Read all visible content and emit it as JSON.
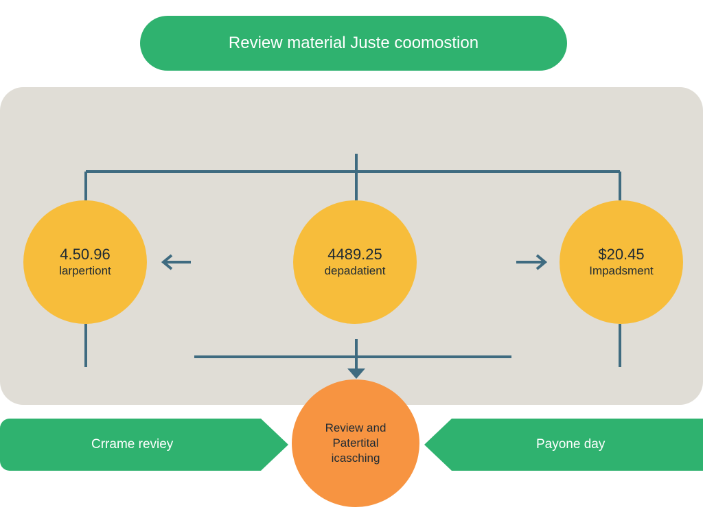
{
  "colors": {
    "green": "#2fb26f",
    "yellow": "#f7bd3b",
    "orange": "#f79441",
    "connector": "#3f6b80",
    "panel": "#e0ddd6"
  },
  "title": "Review material Juste coomostion",
  "nodes": {
    "left": {
      "value": "4.50.96",
      "label": "larpertiont"
    },
    "center": {
      "value": "4489.25",
      "label": "depadatient"
    },
    "right": {
      "value": "$20.45",
      "label": "Impadsment"
    },
    "bottom": {
      "line1": "Review and",
      "line2": "Patertital",
      "line3": "icasching"
    }
  },
  "banners": {
    "left": "Crrame reviey",
    "right": "Payone day"
  }
}
